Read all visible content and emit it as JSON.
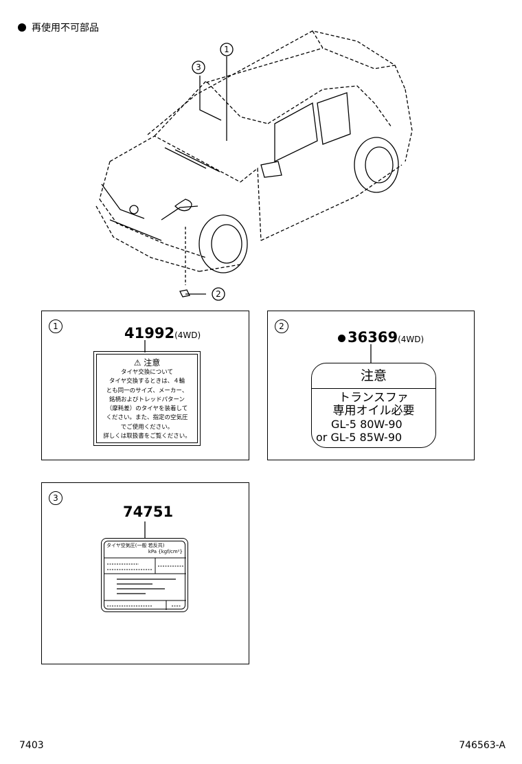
{
  "legend": {
    "text": "再使用不可部品"
  },
  "callouts": {
    "c1": "1",
    "c2": "2",
    "c3": "3"
  },
  "panels": {
    "p1": {
      "num": "1",
      "part_no": "41992",
      "note": "(4WD)",
      "label_title": "注意",
      "label_lines": [
        "タイヤ交換について",
        "タイヤ交換するときは、４輪",
        "とも同一のサイズ、メーカー、",
        "銘柄およびトレッドパターン",
        "（摩耗差）のタイヤを装着して",
        "ください。また、指定の空気圧",
        "でご使用ください。",
        "詳しくは取扱書をご覧ください。"
      ]
    },
    "p2": {
      "num": "2",
      "part_no": "36369",
      "note": "(4WD)",
      "label_title": "注意",
      "line1": "トランスファ",
      "line2": "専用オイル必要",
      "line3": "GL-5  80W-90",
      "line4": "or GL-5  85W-90"
    },
    "p3": {
      "num": "3",
      "part_no": "74751",
      "label_header1": "タイヤ空気圧(一般 若反共)",
      "label_header2": "kPa {kgf/cm²}"
    }
  },
  "footer": {
    "left": "7403",
    "right": "746563-A"
  }
}
